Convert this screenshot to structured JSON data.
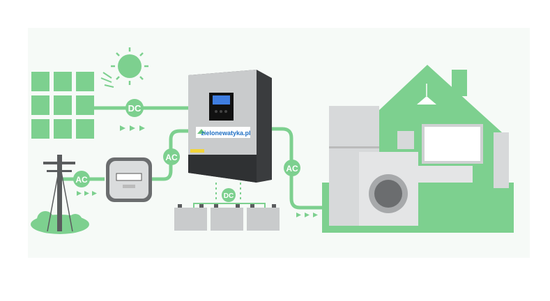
{
  "labels": {
    "solar_link": "DC",
    "grid_link": "AC",
    "meter_link": "AC",
    "house_link": "AC",
    "battery_link": "DC"
  },
  "inverter": {
    "logo_text": "zielonewatyka.pl"
  },
  "colors": {
    "green": "#7dd08f",
    "light_green": "#e9f6ec",
    "grey": "#c9cbcc",
    "dark": "#2f3133"
  }
}
